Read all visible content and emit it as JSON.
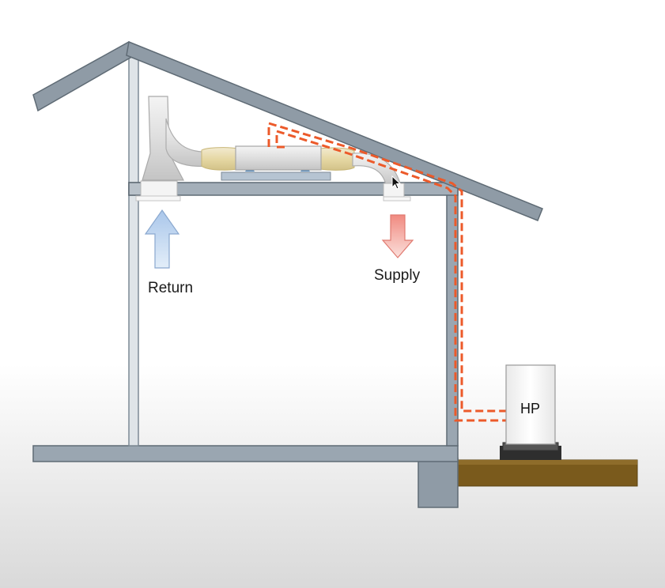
{
  "labels": {
    "return": "Return",
    "supply": "Supply",
    "hp": "HP"
  },
  "colors": {
    "structure": "#8d9aa6",
    "structure_edge": "#5f6b75",
    "return_arrow": "#c9dcf1",
    "supply_arrow": "#f6a9a0",
    "refrigerant_line": "#ec5a2a",
    "duct_insulation": "#e8dcaa",
    "ground": "#7b5a1a"
  },
  "icons": {
    "return_arrow": "arrow-up-icon",
    "supply_arrow": "arrow-down-icon",
    "cursor": "mouse-pointer-icon"
  }
}
